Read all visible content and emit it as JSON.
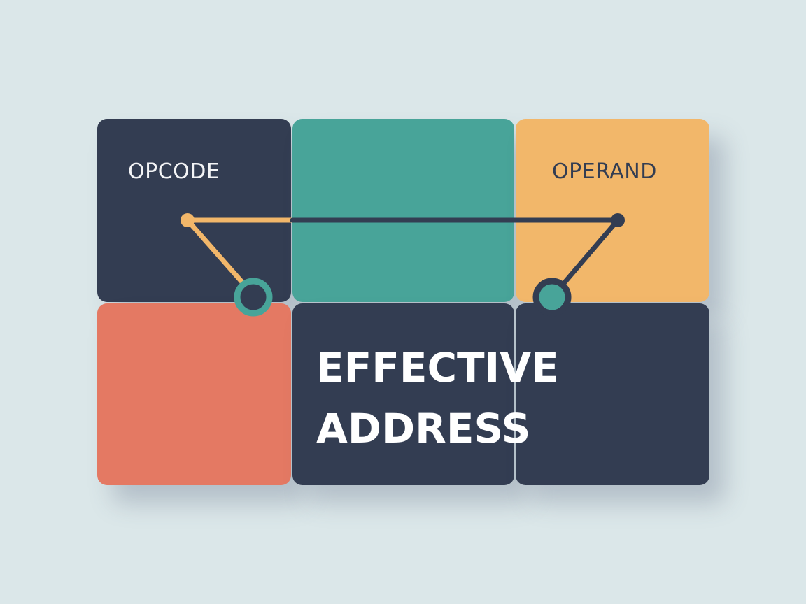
{
  "diagram": {
    "opcode_label": "OPCODE",
    "operand_label": "OPERAND",
    "effective_address_line1": "EFFECTIVE",
    "effective_address_line2": "ADDRESS"
  },
  "colors": {
    "background": "#dbe7e9",
    "navy": "#333d52",
    "teal": "#48a499",
    "amber": "#f2b76a",
    "coral": "#e47963",
    "white": "#ffffff"
  }
}
